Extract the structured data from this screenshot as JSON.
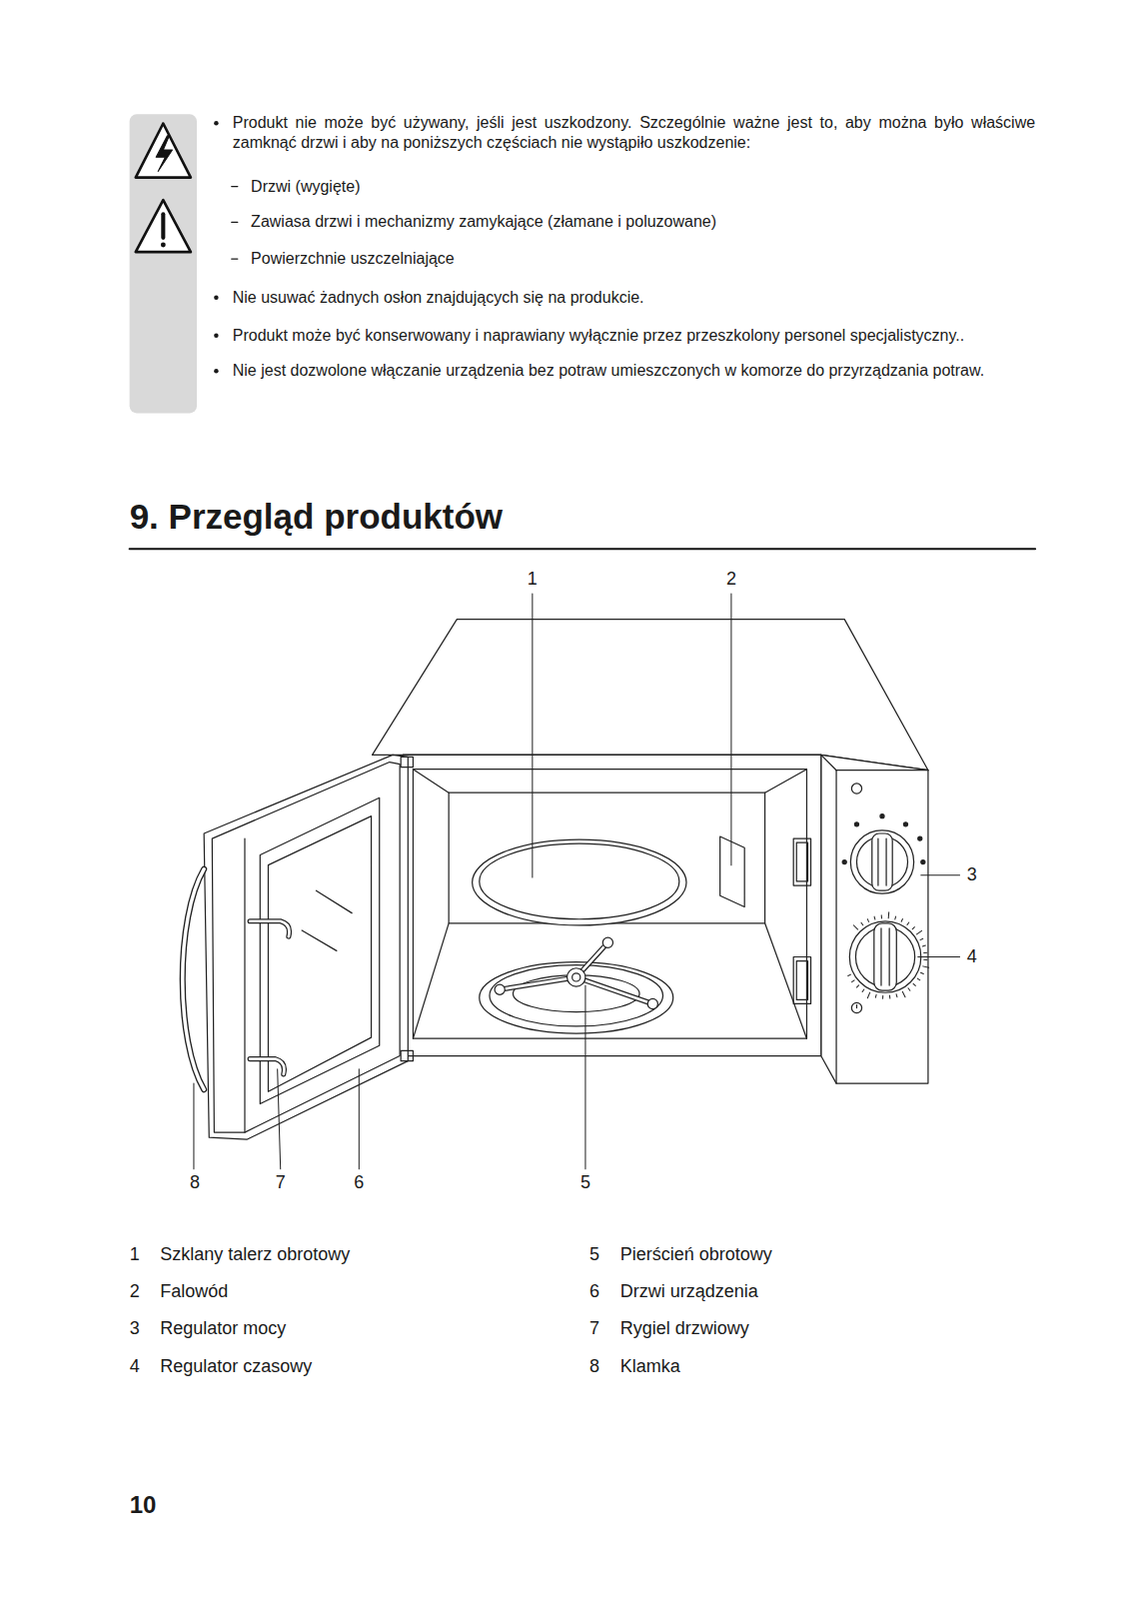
{
  "diagram": {
    "title": "9. Przegląd produktów",
    "labels": [
      "Produkt nie może być używany, jeśli jest uszkodzony. Szczególnie ważne jest to, aby można było właściwe zamknąć drzwi i aby na poniższych częściach nie wystąpiło uszkodzenie:",
      "Drzwi (wygięte)",
      "Zawiasa drzwi i mechanizmy zamykające (złamane i poluzowane)",
      "Powierzchnie uszczelniające",
      "Nie usuwać żadnych osłon znajdujących się na produkcie.",
      "Produkt może być konserwowany i naprawiany wyłącznie przez przeszkolony personel specjalistyczny..",
      "Nie jest dozwolone włączanie urządzenia bez potraw umieszczonych w komorze do przyrządzania potraw.",
      "1",
      "2",
      "3",
      "4",
      "8",
      "7",
      "6",
      "5",
      "1",
      "Szklany talerz obrotowy",
      "5",
      "Pierścień obrotowy",
      "2",
      "Falowód",
      "6",
      "Drzwi urządzenia",
      "3",
      "Regulator mocy",
      "7",
      "Rygiel drzwiowy",
      "4",
      "Regulator czasowy",
      "8",
      "Klamka",
      "10"
    ]
  }
}
